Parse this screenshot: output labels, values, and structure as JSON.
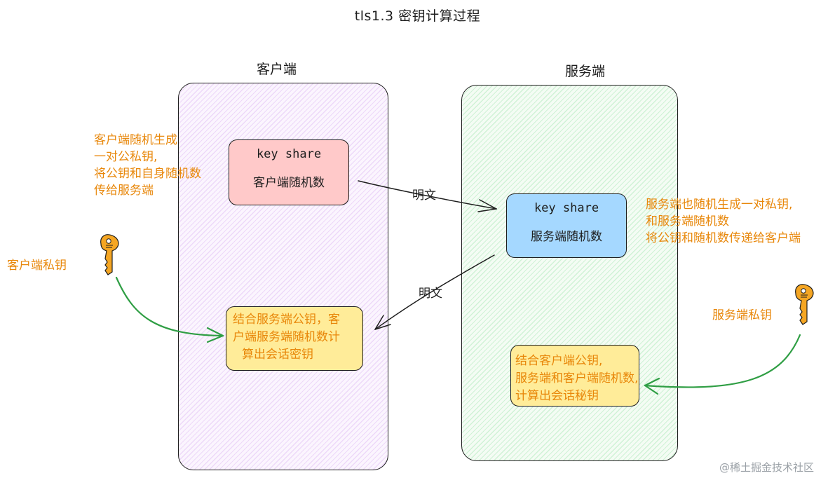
{
  "title": "tls1.3 密钥计算过程",
  "client": {
    "label": "客户端",
    "keyshare_title": "key share",
    "keyshare_text": "客户端随机数",
    "note": [
      "客户端随机生成",
      "一对公私钥,",
      "将公钥和自身随机数",
      "传给服务端"
    ],
    "private_key_label": "客户端私钥",
    "compute_text": [
      "结合服务端公钥，客",
      "户端服务端随机数计",
      "算出会话密钥"
    ]
  },
  "server": {
    "label": "服务端",
    "keyshare_title": "key share",
    "keyshare_text": "服务端随机数",
    "note": [
      "服务端也随机生成一对私钥,",
      "和服务端随机数",
      "将公钥和随机数传递给客户端"
    ],
    "private_key_label": "服务端私钥",
    "compute_text": [
      "结合客户端公钥,",
      "服务端和客户端随机数,",
      "计算出会话秘钥"
    ]
  },
  "arrows": {
    "to_server_label": "明文",
    "to_client_label": "明文"
  },
  "watermark": "@稀土掘金技术社区",
  "colors": {
    "client_panel": "#f3e6fb",
    "server_panel": "#e6f7e8",
    "keyshare_client": "#ffc9c9",
    "keyshare_server": "#a5d8ff",
    "compute_box": "#ffec99",
    "orange_text": "#e8870a",
    "key_arrow": "#2f9e44",
    "key_icon": "#f5a623"
  },
  "icons": [
    "key-icon",
    "key-icon"
  ]
}
